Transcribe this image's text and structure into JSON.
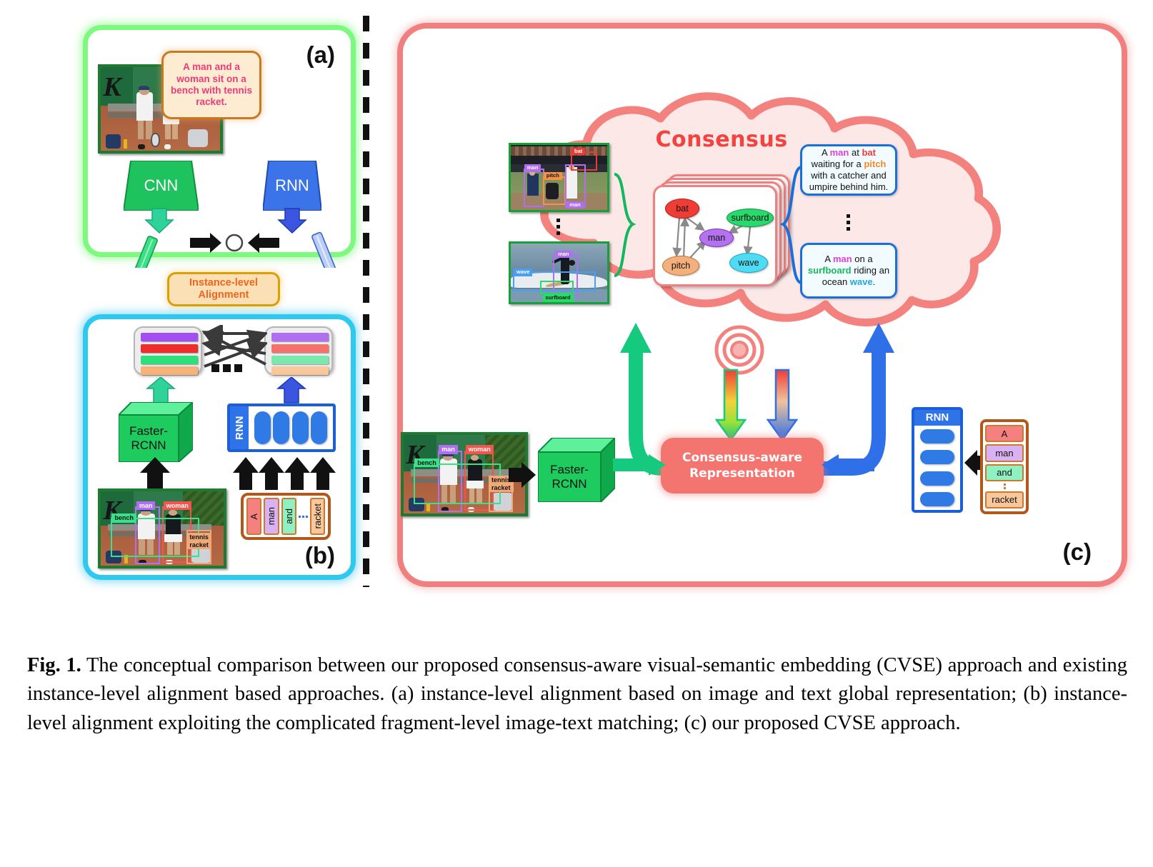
{
  "figure": {
    "panel_a": {
      "tag": "(a)",
      "caption_text": "A man and a woman sit on a bench with tennis racket.",
      "image_encoder_label": "CNN",
      "text_encoder_label": "RNN"
    },
    "alignment_pill": {
      "label": "Instance-level Alignment"
    },
    "panel_b": {
      "tag": "(b)",
      "image_encoder_label": "Faster-RCNN",
      "text_encoder_label": "RNN",
      "ellipsis": "...",
      "word_tokens": [
        "A",
        "man",
        "and",
        "racket"
      ],
      "image_boxes": [
        {
          "label": "man",
          "color": "#b06ef0"
        },
        {
          "label": "woman",
          "color": "#f2554d"
        },
        {
          "label": "bench",
          "color": "#3ae08a"
        },
        {
          "label": "tennis racket",
          "color": "#f0a877"
        }
      ],
      "fragment_colors_left": [
        "#a24ef0",
        "#ef2d2d",
        "#2fe07a",
        "#f7b279"
      ],
      "fragment_colors_right": [
        "#b06ef0",
        "#f2736c",
        "#7ce8ae",
        "#f8c79c"
      ]
    },
    "panel_c": {
      "tag": "(c)",
      "consensus_title": "Consensus",
      "image_encoder_label": "Faster-RCNN",
      "text_encoder_label": "RNN",
      "representation_label": "Consensus-aware Representation",
      "word_tokens": [
        "A",
        "man",
        "and",
        "racket"
      ],
      "image_boxes": [
        {
          "label": "man",
          "color": "#b06ef0"
        },
        {
          "label": "woman",
          "color": "#f2554d"
        },
        {
          "label": "bench",
          "color": "#3ae08a"
        },
        {
          "label": "tennis racket",
          "color": "#f0a877"
        }
      ],
      "baseball_boxes": [
        {
          "label": "bat",
          "color": "#ef3a34"
        },
        {
          "label": "man",
          "color": "#b06ef0"
        },
        {
          "label": "pitch",
          "color": "#f2934a"
        },
        {
          "label": "man",
          "color": "#b06ef0"
        }
      ],
      "surf_boxes": [
        {
          "label": "man",
          "color": "#b06ef0"
        },
        {
          "label": "wave",
          "color": "#4a9ff0"
        },
        {
          "label": "surfboard",
          "color": "#29d96b"
        }
      ],
      "graph": {
        "nodes": [
          {
            "id": "bat",
            "label": "bat",
            "fill": "#ef3d36",
            "stroke": "#b01d18"
          },
          {
            "id": "surfboard",
            "label": "surfboard",
            "fill": "#28d96b",
            "stroke": "#119146"
          },
          {
            "id": "man",
            "label": "man",
            "fill": "#b472ef",
            "stroke": "#7a37b8"
          },
          {
            "id": "pitch",
            "label": "pitch",
            "fill": "#f4b07c",
            "stroke": "#c07438"
          },
          {
            "id": "wave",
            "label": "wave",
            "fill": "#4ddcf2",
            "stroke": "#1f9fc0"
          }
        ],
        "edges": [
          {
            "from": "bat",
            "to": "man"
          },
          {
            "from": "bat",
            "to": "pitch"
          },
          {
            "from": "pitch",
            "to": "bat"
          },
          {
            "from": "pitch",
            "to": "man"
          },
          {
            "from": "surfboard",
            "to": "man"
          },
          {
            "from": "surfboard",
            "to": "wave"
          }
        ]
      },
      "captions": [
        {
          "parts": [
            {
              "t": "A ",
              "c": "#111",
              "b": false
            },
            {
              "t": "man",
              "c": "#e040d8",
              "b": true
            },
            {
              "t": " at ",
              "c": "#111",
              "b": false
            },
            {
              "t": "bat",
              "c": "#ef3d36",
              "b": true
            },
            {
              "t": " waiting for a ",
              "c": "#111",
              "b": false
            },
            {
              "t": "pitch",
              "c": "#f08a28",
              "b": true
            },
            {
              "t": " with a catcher and umpire behind him.",
              "c": "#111",
              "b": false
            }
          ]
        },
        {
          "parts": [
            {
              "t": "A ",
              "c": "#111",
              "b": false
            },
            {
              "t": "man",
              "c": "#e040d8",
              "b": true
            },
            {
              "t": " on a ",
              "c": "#111",
              "b": false
            },
            {
              "t": "surfboard",
              "c": "#18b85c",
              "b": true
            },
            {
              "t": " riding an ocean ",
              "c": "#111",
              "b": false
            },
            {
              "t": "wave",
              "c": "#1fa8e0",
              "b": true
            },
            {
              "t": ".",
              "c": "#111",
              "b": false
            }
          ]
        }
      ]
    },
    "colors": {
      "panel_a_border": "#7dfa7d",
      "panel_b_border": "#2fc8ef",
      "panel_c_border": "#f08080",
      "cloud_fill": "#fde8e8",
      "cloud_stroke": "#f3827e",
      "green_accent": "#15c97e",
      "blue_accent": "#2f6fe8",
      "consensus_red": "#f2433f"
    }
  },
  "caption": {
    "label": "Fig. 1.",
    "text": " The conceptual comparison between our proposed consensus-aware visual-semantic embedding (CVSE) approach and existing instance-level alignment based approaches. (a) instance-level alignment based on image and text global representation; (b) instance-level alignment exploiting the complicated fragment-level image-text matching; (c) our proposed CVSE approach."
  }
}
